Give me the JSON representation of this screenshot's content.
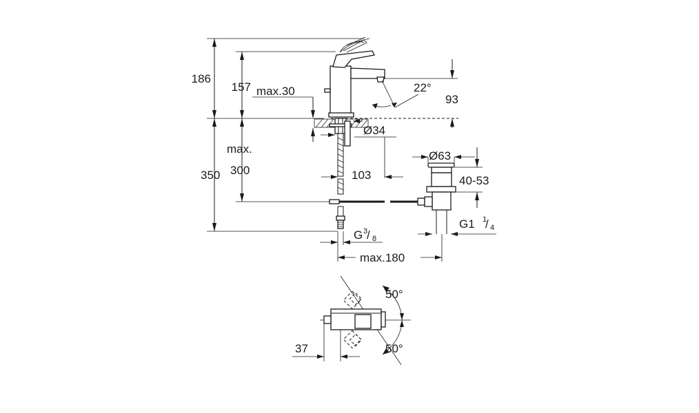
{
  "dimensions": {
    "d186": "186",
    "d157": "157",
    "max30": "max.30",
    "angle22": "22°",
    "d93": "93",
    "dia34": "Ø34",
    "maxWord": "max.",
    "d300": "300",
    "d350": "350",
    "d103": "103",
    "dia63": "Ø63",
    "range4053": "40-53",
    "g1": "G1",
    "g1_num": "1",
    "g1_den": "4",
    "g3": "G",
    "g3_num": "3",
    "g3_den": "8",
    "max180": "max.180",
    "angle50_top": "50°",
    "angle50_bottom": "50°",
    "d37": "37"
  }
}
